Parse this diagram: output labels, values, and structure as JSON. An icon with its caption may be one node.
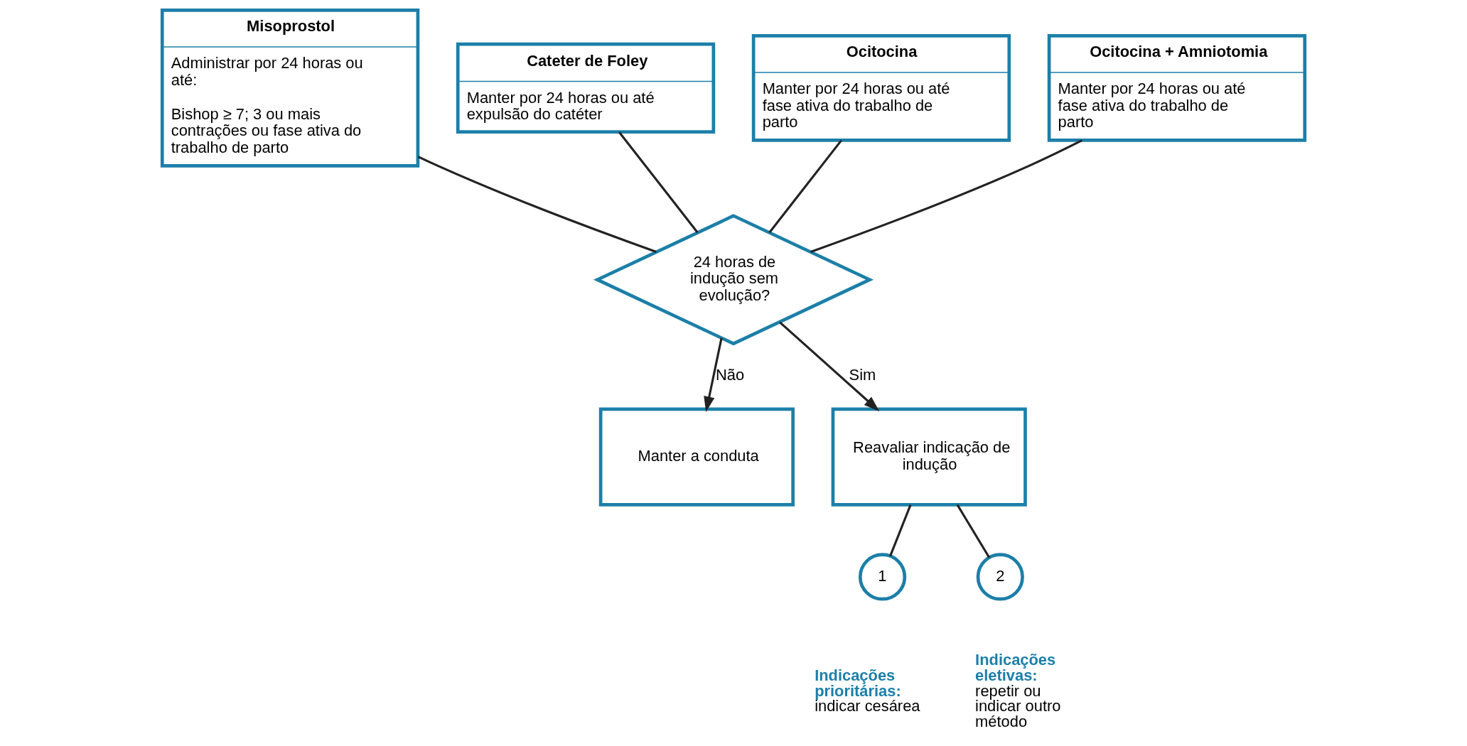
{
  "diagram": {
    "nodes": [
      {
        "text": [
          "Misoprostol",
          "Administrar por 24 horas ou até:",
          "Bishop ≥ 7; 3 ou mais contrações ou fase ativa do trabalho de parto"
        ]
      },
      {
        "text": [
          "Cateter de Foley",
          "Manter por 24 horas ou até expulsão do catéter"
        ]
      },
      {
        "text": [
          "Ocitocina",
          "Manter por 24 horas ou até fase ativa do trabalho de parto"
        ]
      },
      {
        "text": [
          "Ocitocina + Amniotomia",
          "Manter por 24 horas ou até fase ativa do trabalho de parto"
        ]
      },
      {
        "text": [
          "24 horas de indução sem evolução?"
        ]
      },
      {
        "text": [
          "Manter a conduta"
        ]
      },
      {
        "text": [
          "Reavaliar indicação de indução"
        ]
      },
      {
        "text": [
          "1"
        ]
      },
      {
        "text": [
          "2"
        ]
      }
    ],
    "edges": [
      {
        "from": 0,
        "to": 4,
        "arrow": "none"
      },
      {
        "from": 1,
        "to": 4,
        "arrow": "none"
      },
      {
        "from": 2,
        "to": 4,
        "arrow": "none"
      },
      {
        "from": 3,
        "to": 4,
        "arrow": "none"
      },
      {
        "from": 4,
        "to": 5,
        "arrow": "to",
        "label": "Não"
      },
      {
        "from": 4,
        "to": 6,
        "arrow": "to",
        "label": "Sim"
      },
      {
        "from": 6,
        "to": 7,
        "arrow": "none"
      },
      {
        "from": 6,
        "to": 8,
        "arrow": "none"
      }
    ],
    "labels": [
      "**Indicações prioritárias:** indicar cesárea",
      "**Indicações eletivas:** repetir ou indicar outro método"
    ]
  }
}
